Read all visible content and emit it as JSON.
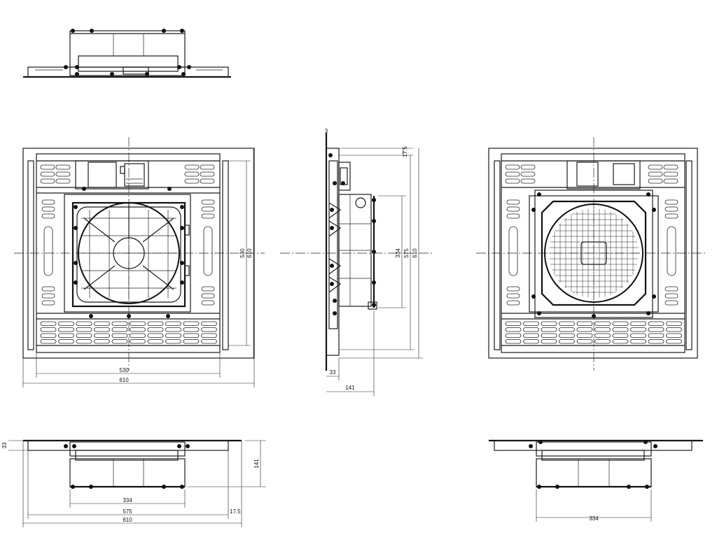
{
  "dimensions": {
    "front_inner_width": "530",
    "front_outer_width": "610",
    "front_inner_height": "530",
    "front_outer_height": "610",
    "side_top_offset": "17.5",
    "side_fan_height": "334",
    "side_mid_height": "575",
    "side_outer_height": "610",
    "side_flange_depth": "33",
    "side_total_depth": "141",
    "side_top_marker": "3",
    "bottom_left_flange": "33",
    "bottom_left_depth": "141",
    "bottom_left_fan_width": "334",
    "bottom_left_mid_width": "575",
    "bottom_left_offset": "17.5",
    "bottom_left_outer_width": "610",
    "bottom_right_fan_width": "334"
  },
  "colors": {
    "line": "#1a1a1a",
    "background": "#ffffff"
  }
}
